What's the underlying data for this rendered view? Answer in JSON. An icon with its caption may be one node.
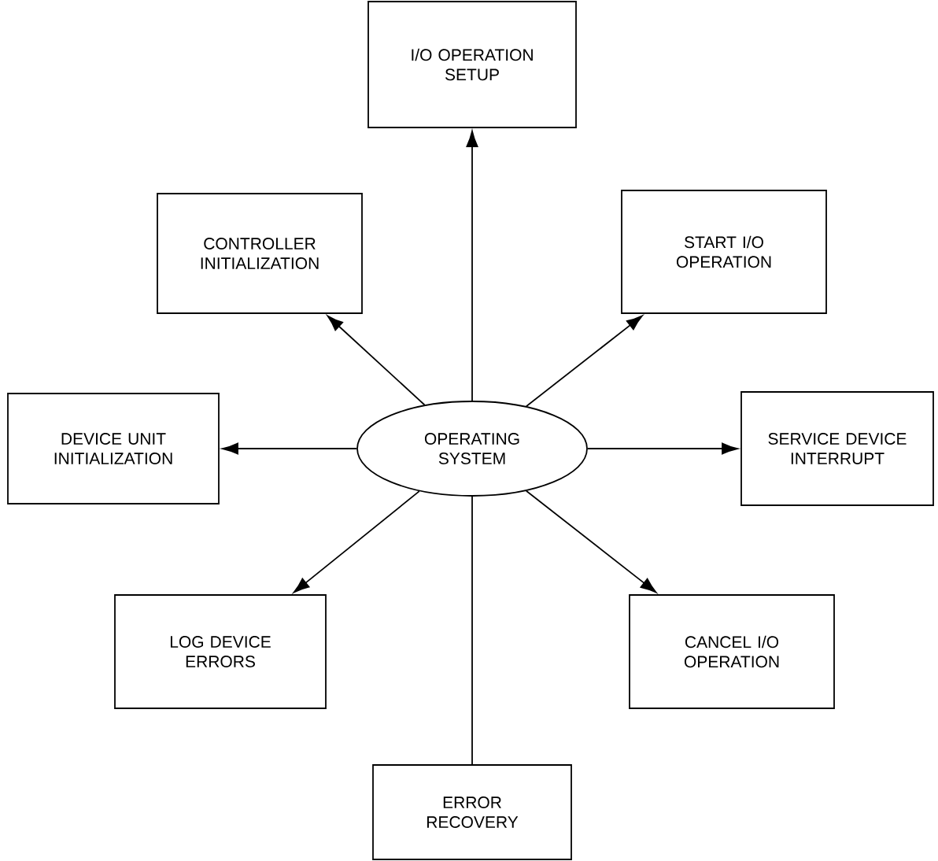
{
  "diagram": {
    "nodes": [
      {
        "text": [
          "OPERATING SYSTEM"
        ]
      },
      {
        "text": [
          "I/O OPERATION SETUP"
        ]
      },
      {
        "text": [
          "CONTROLLER INITIALIZATION"
        ]
      },
      {
        "text": [
          "START I/O OPERATION"
        ]
      },
      {
        "text": [
          "DEVICE UNIT INITIALIZATION"
        ]
      },
      {
        "text": [
          "SERVICE DEVICE INTERRUPT"
        ]
      },
      {
        "text": [
          "LOG DEVICE ERRORS"
        ]
      },
      {
        "text": [
          "CANCEL I/O OPERATION"
        ]
      },
      {
        "text": [
          "ERROR RECOVERY"
        ]
      }
    ],
    "edges": [
      {
        "from": 0,
        "to": 1,
        "arrow": "to"
      },
      {
        "from": 0,
        "to": 2,
        "arrow": "to"
      },
      {
        "from": 0,
        "to": 3,
        "arrow": "to"
      },
      {
        "from": 0,
        "to": 4,
        "arrow": "to"
      },
      {
        "from": 0,
        "to": 5,
        "arrow": "to"
      },
      {
        "from": 0,
        "to": 6,
        "arrow": "to"
      },
      {
        "from": 0,
        "to": 7,
        "arrow": "to"
      },
      {
        "from": 0,
        "to": 8,
        "arrow": "none"
      }
    ]
  }
}
